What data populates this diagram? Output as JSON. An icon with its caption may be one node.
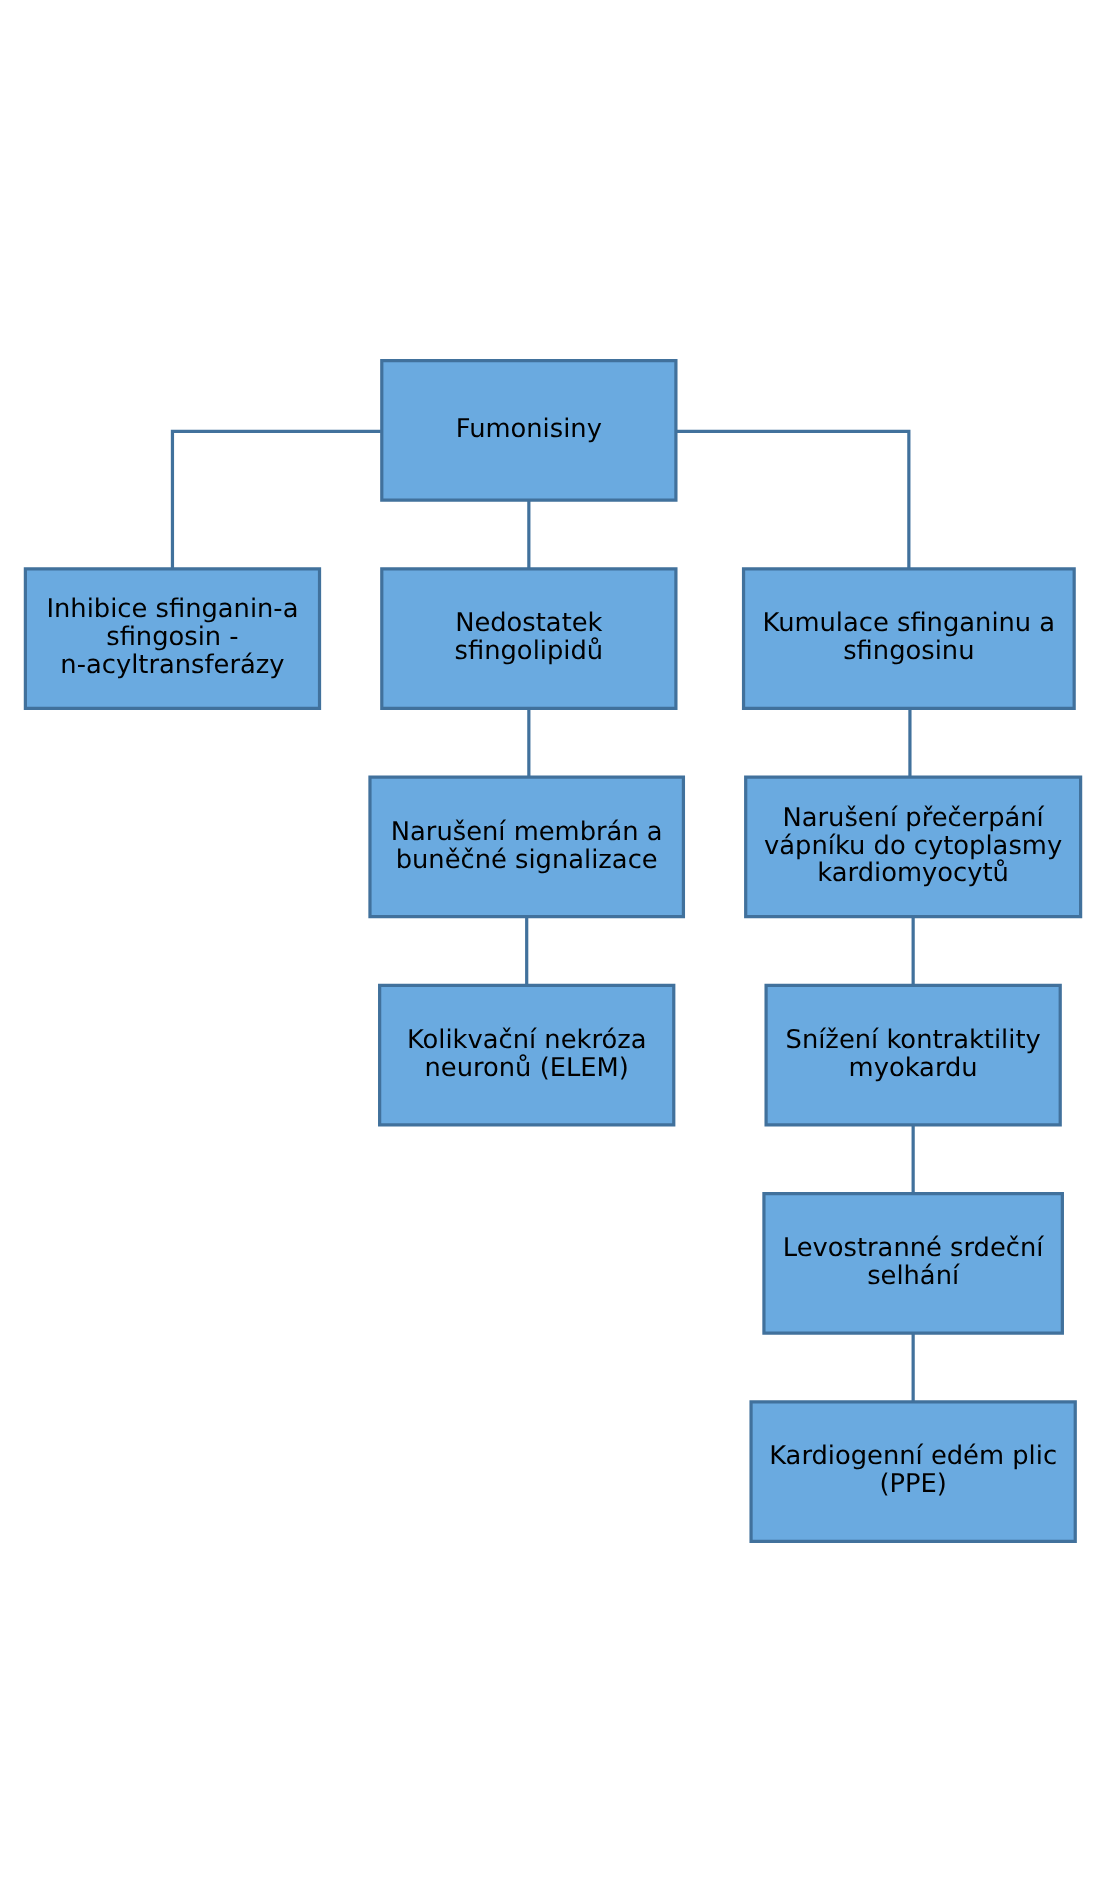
{
  "diagram": {
    "nodes": [
      {
        "text": [
          "Fumonisiny"
        ]
      },
      {
        "text": [
          "Inhibice sfinganin-a sfingosin - n-acyltransferázy"
        ]
      },
      {
        "text": [
          "Nedostatek sfingolipidů"
        ]
      },
      {
        "text": [
          "Kumulace sfinganinu a sfingosinu"
        ]
      },
      {
        "text": [
          "Narušení membrán a buněčné signalizace"
        ]
      },
      {
        "text": [
          "Kolikvační nekróza neuronů (ELEM)"
        ]
      },
      {
        "text": [
          "Narušení přečerpání vápníku do cytoplasmy kardiomyocytů"
        ]
      },
      {
        "text": [
          "Snížení kontraktility myokardu"
        ]
      },
      {
        "text": [
          "Levostranné srdeční selhání"
        ]
      },
      {
        "text": [
          "Kardiogenní edém plic (PPE)"
        ]
      }
    ],
    "edges": [
      {
        "from": 0,
        "to": 1,
        "arrow": "none"
      },
      {
        "from": 0,
        "to": 2,
        "arrow": "none"
      },
      {
        "from": 0,
        "to": 3,
        "arrow": "none"
      },
      {
        "from": 2,
        "to": 4,
        "arrow": "none"
      },
      {
        "from": 4,
        "to": 5,
        "arrow": "none"
      },
      {
        "from": 3,
        "to": 6,
        "arrow": "none"
      },
      {
        "from": 6,
        "to": 7,
        "arrow": "none"
      },
      {
        "from": 7,
        "to": 8,
        "arrow": "none"
      },
      {
        "from": 8,
        "to": 9,
        "arrow": "none"
      }
    ]
  }
}
